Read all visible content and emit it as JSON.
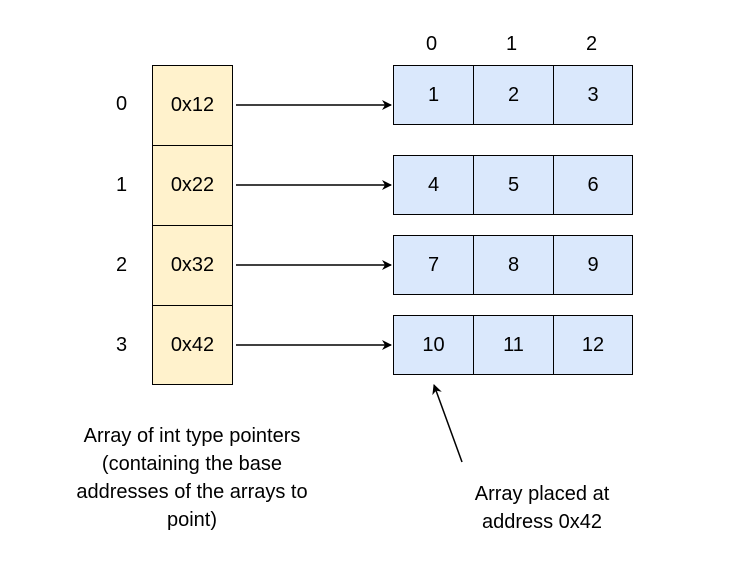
{
  "pointer_array": {
    "indices": [
      "0",
      "1",
      "2",
      "3"
    ],
    "values": [
      "0x12",
      "0x22",
      "0x32",
      "0x42"
    ],
    "fill_color": "#fff2cc"
  },
  "column_indices": [
    "0",
    "1",
    "2"
  ],
  "rows": [
    [
      "1",
      "2",
      "3"
    ],
    [
      "4",
      "5",
      "6"
    ],
    [
      "7",
      "8",
      "9"
    ],
    [
      "10",
      "11",
      "12"
    ]
  ],
  "array_fill_color": "#dae8fc",
  "captions": {
    "pointer_array": "Array of int type pointers (containing the base addresses of the arrays to point)",
    "placed_array": "Array placed at address 0x42"
  }
}
